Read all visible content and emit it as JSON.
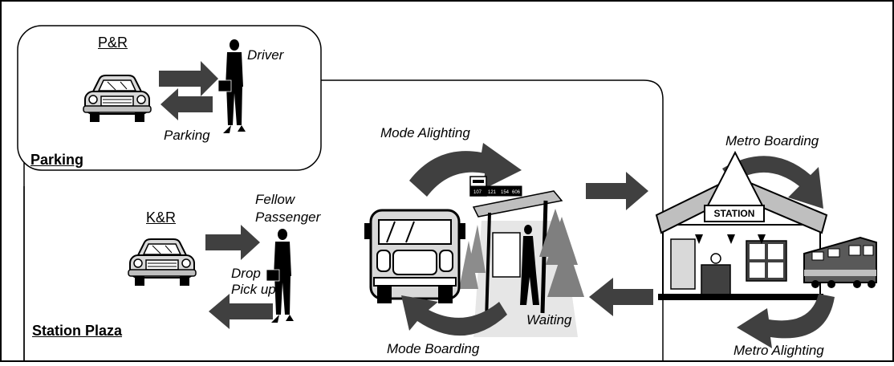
{
  "parking_box": {
    "mode_label": "P&R",
    "area_label": "Parking",
    "driver_label": "Driver",
    "parking_label": "Parking"
  },
  "plaza_box": {
    "mode_label": "K&R",
    "area_label": "Station Plaza",
    "fellow_label_line1": "Fellow",
    "fellow_label_line2": "Passenger",
    "drop_label": "Drop",
    "pickup_label": "Pick up"
  },
  "bus_stop": {
    "mode_alighting_label": "Mode Alighting",
    "mode_boarding_label": "Mode Boarding",
    "waiting_label": "Waiting",
    "sign_routes": [
      "107",
      "121",
      "154",
      "606"
    ]
  },
  "station": {
    "sign_label": "STATION",
    "metro_boarding_label": "Metro Boarding",
    "metro_alighting_label": "Metro Alighting"
  },
  "colors": {
    "arrow": "#404040",
    "line": "#000000",
    "vehicle_fill": "#d9d9d9",
    "tree": "#7f7f7f"
  }
}
